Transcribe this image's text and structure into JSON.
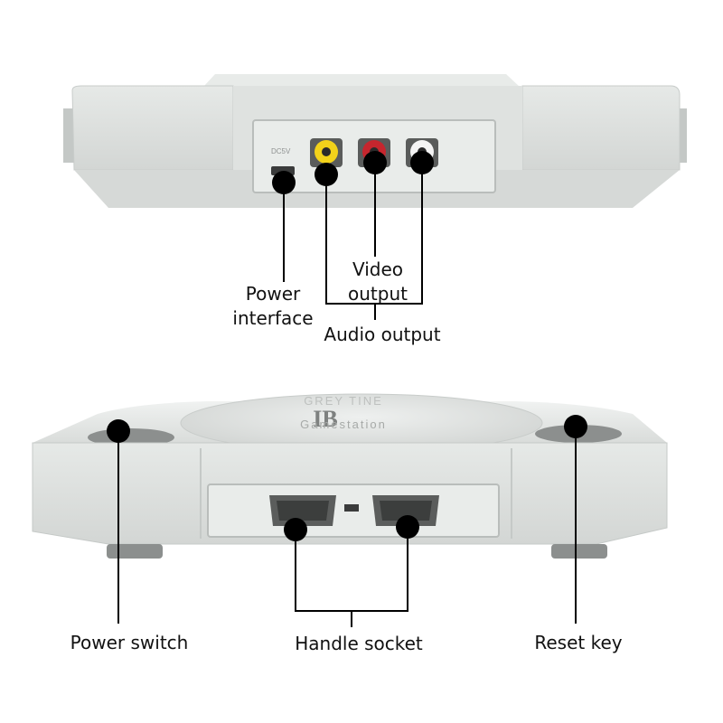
{
  "console": {
    "port_marks": {
      "dc": "DC5V"
    },
    "logo": {
      "mark": "IB",
      "name": "Gamestation"
    }
  },
  "callouts": {
    "power_interface": [
      "Power",
      "interface"
    ],
    "video_output": [
      "Video",
      "output"
    ],
    "audio_output": "Audio output",
    "power_switch": "Power switch",
    "handle_socket": "Handle socket",
    "reset_key": "Reset key"
  },
  "colors": {
    "body": "#e3e6e4",
    "shadow": "#c9cdcb",
    "dark": "#8c8f8e",
    "video_rca": "#f2d21a",
    "audio_right_rca": "#c6262e",
    "audio_left_rca": "#f4f4f4",
    "pointer": "#000000"
  }
}
